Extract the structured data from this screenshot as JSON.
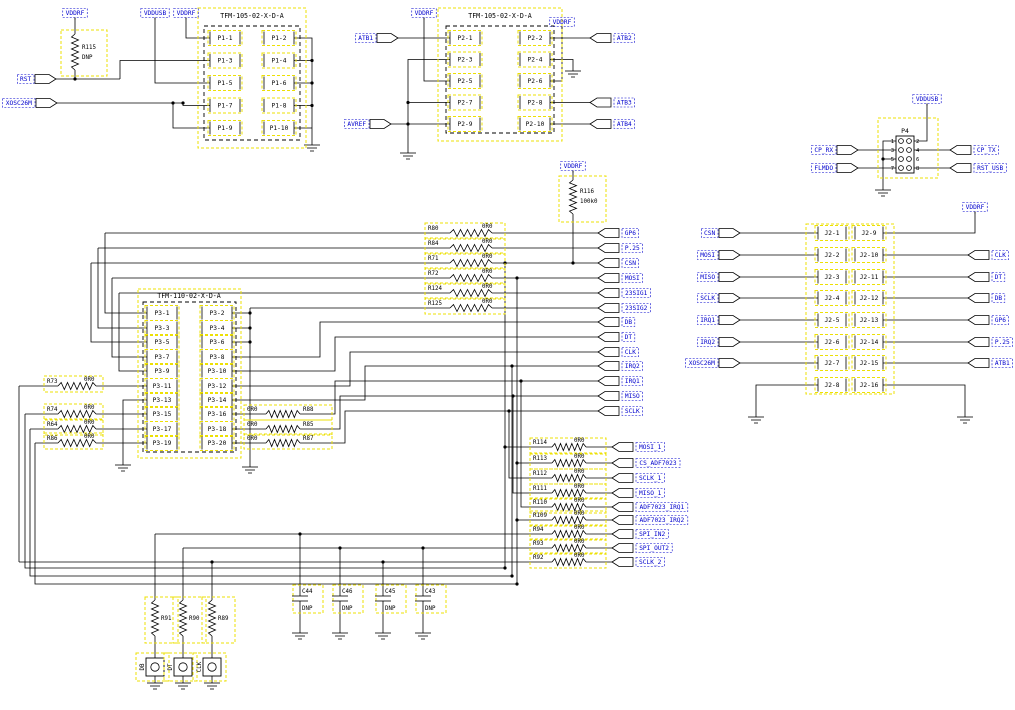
{
  "diagram_type": "circuit-schematic",
  "colors": {
    "background": "#ffffff",
    "wire": "#000000",
    "component_highlight": "#ede004",
    "net_label_blue": "#0000cd",
    "component_text": "#000000"
  },
  "connectors": [
    {
      "id": "P1",
      "title": "TFM-105-02-X-D-A",
      "left_pins": [
        "P1-1",
        "P1-3",
        "P1-5",
        "P1-7",
        "P1-9"
      ],
      "right_pins": [
        "P1-2",
        "P1-4",
        "P1-6",
        "P1-8",
        "P1-10"
      ]
    },
    {
      "id": "P2",
      "title": "TFM-105-02-X-D-A",
      "left_pins": [
        "P2-1",
        "P2-3",
        "P2-5",
        "P2-7",
        "P2-9"
      ],
      "right_pins": [
        "P2-2",
        "P2-4",
        "P2-6",
        "P2-8",
        "P2-10"
      ]
    },
    {
      "id": "P3",
      "title": "TFM-110-02-X-D-A",
      "left_pins": [
        "P3-1",
        "P3-3",
        "P3-5",
        "P3-7",
        "P3-9",
        "P3-11",
        "P3-13",
        "P3-15",
        "P3-17",
        "P3-19"
      ],
      "right_pins": [
        "P3-2",
        "P3-4",
        "P3-6",
        "P3-8",
        "P3-10",
        "P3-12",
        "P3-14",
        "P3-16",
        "P3-18",
        "P3-20"
      ]
    },
    {
      "id": "J2",
      "title": "",
      "left_pins": [
        "J2-1",
        "J2-2",
        "J2-3",
        "J2-4",
        "J2-5",
        "J2-6",
        "J2-7",
        "J2-8"
      ],
      "right_pins": [
        "J2-9",
        "J2-10",
        "J2-11",
        "J2-12",
        "J2-13",
        "J2-14",
        "J2-15",
        "J2-16"
      ]
    },
    {
      "id": "P4",
      "title": "P4",
      "left_pins": [
        "1",
        "3",
        "5",
        "7"
      ],
      "right_pins": [
        "2",
        "4",
        "6",
        "8"
      ]
    }
  ],
  "resistors": [
    {
      "ref": "R115",
      "value": "DNP"
    },
    {
      "ref": "R116",
      "value": "100k0"
    },
    {
      "ref": "R80",
      "value": "0R0"
    },
    {
      "ref": "R84",
      "value": "0R0"
    },
    {
      "ref": "R71",
      "value": "0R0"
    },
    {
      "ref": "R72",
      "value": "0R0"
    },
    {
      "ref": "R124",
      "value": "0R0"
    },
    {
      "ref": "R125",
      "value": "0R0"
    },
    {
      "ref": "R73",
      "value": "0R0"
    },
    {
      "ref": "R74",
      "value": "0R0"
    },
    {
      "ref": "R64",
      "value": "0R0"
    },
    {
      "ref": "R86",
      "value": "0R0"
    },
    {
      "ref": "R88",
      "value": "0R0"
    },
    {
      "ref": "R85",
      "value": "0R0"
    },
    {
      "ref": "R87",
      "value": "0R0"
    },
    {
      "ref": "R114",
      "value": "0R0"
    },
    {
      "ref": "R113",
      "value": "0R0"
    },
    {
      "ref": "R112",
      "value": "0R0"
    },
    {
      "ref": "R111",
      "value": "0R0"
    },
    {
      "ref": "R110",
      "value": "0R0"
    },
    {
      "ref": "R109",
      "value": "0R0"
    },
    {
      "ref": "R94",
      "value": "0R0"
    },
    {
      "ref": "R93",
      "value": "0R0"
    },
    {
      "ref": "R92",
      "value": "0R0"
    },
    {
      "ref": "R91",
      "value": ""
    },
    {
      "ref": "R90",
      "value": ""
    },
    {
      "ref": "R89",
      "value": ""
    }
  ],
  "capacitors": [
    {
      "ref": "C44",
      "value": "DNP"
    },
    {
      "ref": "C46",
      "value": "DNP"
    },
    {
      "ref": "C45",
      "value": "DNP"
    },
    {
      "ref": "C43",
      "value": "DNP"
    }
  ],
  "input_ports": [
    "RST",
    "XOSC26M",
    "ATB1",
    "AVREF",
    "CP_RX",
    "FLMDO",
    "CSN",
    "MOSI",
    "MISO",
    "SCLK",
    "IRQ1",
    "IRQ2",
    "XOSC26M"
  ],
  "output_ports": [
    "ATB2",
    "ATB3",
    "ATB4",
    "CP_TX",
    "RST_USB",
    "CLK",
    "DT",
    "DB",
    "GP6",
    "P.25",
    "ATB1",
    "GP6",
    "P.25",
    "CSN",
    "MOSI",
    "23SIG1",
    "23SIG2",
    "DB",
    "DT",
    "CLK",
    "IRQ2",
    "IRQ1",
    "MISO",
    "SCLK",
    "MOSI_1",
    "CS_ADF7023",
    "SCLK_1",
    "MISO_1",
    "ADF7023_IRQ1",
    "ADF7023_IRQ2",
    "SPI_IN2",
    "SPI_OUT2",
    "SCLK_2"
  ],
  "power_labels": [
    "VDDRF",
    "VDDUSB",
    "VDDRF",
    "VDDRF",
    "VDDRF",
    "VDDUSB",
    "VDDRF",
    "VDDRF"
  ],
  "test_points": [
    "DB",
    "DT",
    "CLK"
  ]
}
